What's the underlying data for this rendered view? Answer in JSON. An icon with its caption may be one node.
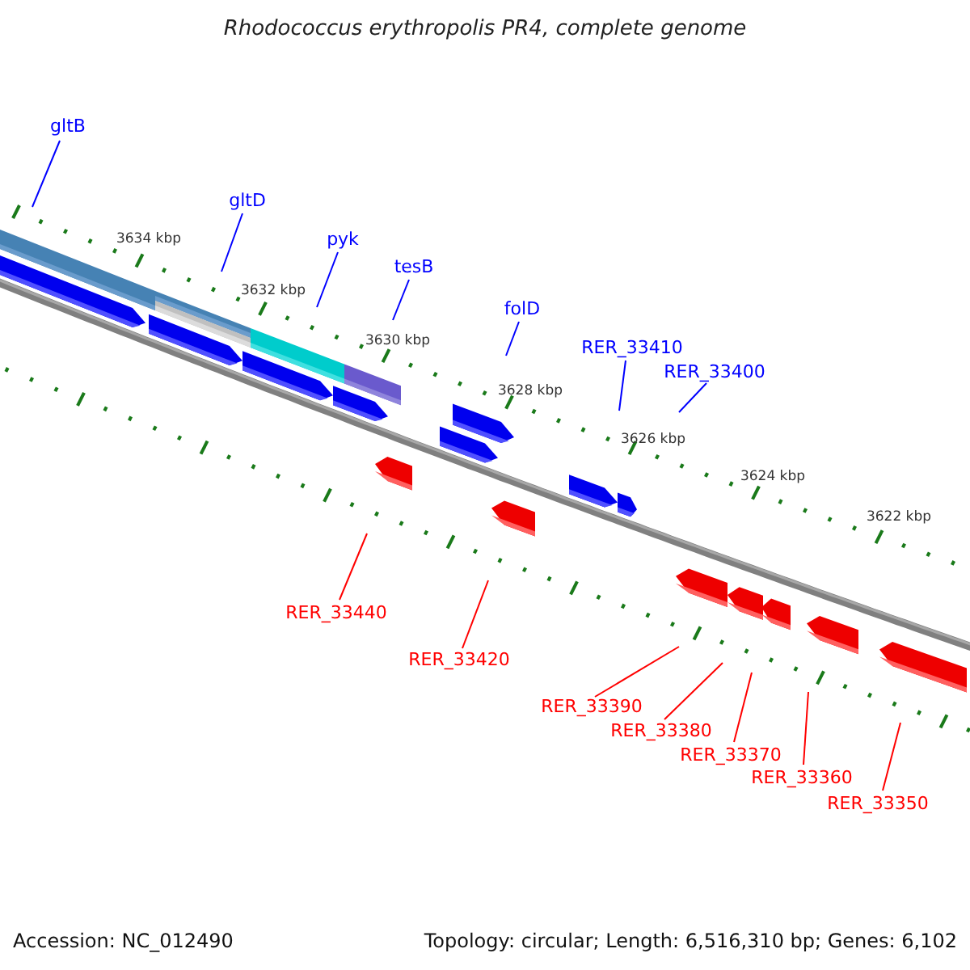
{
  "diagram": {
    "title": "Rhodococcus erythropolis PR4, complete genome",
    "nodes": [
      {
        "text": [
          "gltB"
        ]
      },
      {
        "text": [
          "gltD"
        ]
      },
      {
        "text": [
          "pyk"
        ]
      },
      {
        "text": [
          "tesB"
        ]
      },
      {
        "text": [
          "folD"
        ]
      },
      {
        "text": [
          "RER_33410"
        ]
      },
      {
        "text": [
          "RER_33400"
        ]
      },
      {
        "text": [
          "RER_33440"
        ]
      },
      {
        "text": [
          "RER_33420"
        ]
      },
      {
        "text": [
          "RER_33390"
        ]
      },
      {
        "text": [
          "RER_33380"
        ]
      },
      {
        "text": [
          "RER_33370"
        ]
      },
      {
        "text": [
          "RER_33360"
        ]
      },
      {
        "text": [
          "RER_33350"
        ]
      }
    ],
    "edges": [
      {
        "from": 0,
        "to": null,
        "arrow": "none",
        "color": "#0000ff"
      },
      {
        "from": 1,
        "to": null,
        "arrow": "none",
        "color": "#0000ff"
      },
      {
        "from": 2,
        "to": null,
        "arrow": "none",
        "color": "#0000ff"
      },
      {
        "from": 3,
        "to": null,
        "arrow": "none",
        "color": "#0000ff"
      },
      {
        "from": 4,
        "to": null,
        "arrow": "none",
        "color": "#0000ff"
      },
      {
        "from": 5,
        "to": null,
        "arrow": "none",
        "color": "#0000ff"
      },
      {
        "from": 6,
        "to": null,
        "arrow": "none",
        "color": "#0000ff"
      },
      {
        "from": 7,
        "to": null,
        "arrow": "none",
        "color": "#ff0000"
      },
      {
        "from": 8,
        "to": null,
        "arrow": "none",
        "color": "#ff0000"
      },
      {
        "from": 9,
        "to": null,
        "arrow": "none",
        "color": "#ff0000"
      },
      {
        "from": 10,
        "to": null,
        "arrow": "none",
        "color": "#ff0000"
      },
      {
        "from": 11,
        "to": null,
        "arrow": "none",
        "color": "#ff0000"
      },
      {
        "from": 12,
        "to": null,
        "arrow": "none",
        "color": "#ff0000"
      },
      {
        "from": 13,
        "to": null,
        "arrow": "none",
        "color": "#ff0000"
      }
    ],
    "labels": [
      "3634 kbp",
      "3632 kbp",
      "3630 kbp",
      "3628 kbp",
      "3626 kbp",
      "3624 kbp",
      "3622 kbp",
      "Accession: NC_012490",
      "Topology: circular; Length: 6,516,310 bp; Genes: 6,102"
    ]
  }
}
